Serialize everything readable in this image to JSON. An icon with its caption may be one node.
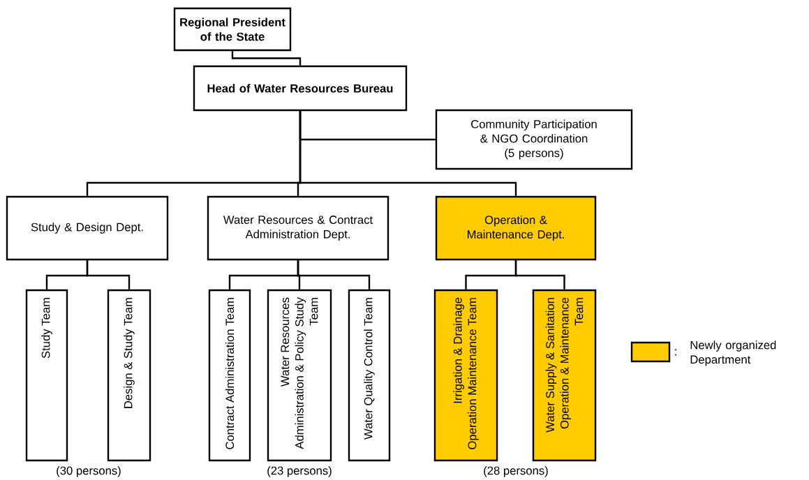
{
  "diagram": {
    "nodes": [
      {
        "text": [
          "Regional President of the State"
        ]
      },
      {
        "text": [
          "Head of Water Resources Bureau"
        ]
      },
      {
        "text": [
          "Community Participation & NGO Coordination",
          "(5 persons)"
        ]
      },
      {
        "text": [
          "Study & Design Dept."
        ]
      },
      {
        "text": [
          "Water Resources & Contract Administration Dept."
        ]
      },
      {
        "text": [
          "Operation & Maintenance Dept."
        ]
      },
      {
        "text": [
          "Study Team"
        ]
      },
      {
        "text": [
          "Design & Study Team"
        ]
      },
      {
        "text": [
          "Contract Administration Team"
        ]
      },
      {
        "text": [
          "Water Resources Administration & Policy Study Team"
        ]
      },
      {
        "text": [
          "Water Quality Control Team"
        ]
      },
      {
        "text": [
          "Irrigation & Drainage Operation Maintenance Team"
        ]
      },
      {
        "text": [
          "Water Supply & Sanitation Operation & Maintenance Team"
        ]
      }
    ],
    "edges": [
      {
        "from": 0,
        "to": 1,
        "arrow": "none"
      },
      {
        "from": 1,
        "to": 2,
        "arrow": "none"
      },
      {
        "from": 1,
        "to": 3,
        "arrow": "none"
      },
      {
        "from": 1,
        "to": 4,
        "arrow": "none"
      },
      {
        "from": 1,
        "to": 5,
        "arrow": "none"
      },
      {
        "from": 3,
        "to": 6,
        "arrow": "none"
      },
      {
        "from": 3,
        "to": 7,
        "arrow": "none"
      },
      {
        "from": 4,
        "to": 8,
        "arrow": "none"
      },
      {
        "from": 4,
        "to": 9,
        "arrow": "none"
      },
      {
        "from": 4,
        "to": 10,
        "arrow": "none"
      },
      {
        "from": 5,
        "to": 11,
        "arrow": "none"
      },
      {
        "from": 5,
        "to": 12,
        "arrow": "none"
      }
    ],
    "labels": [
      "(30 persons)",
      "(23 persons)",
      "(28 persons)",
      ":"
    ],
    "legend": [
      {
        "text": "Newly organized Department",
        "color": "#ffcc00"
      }
    ]
  }
}
